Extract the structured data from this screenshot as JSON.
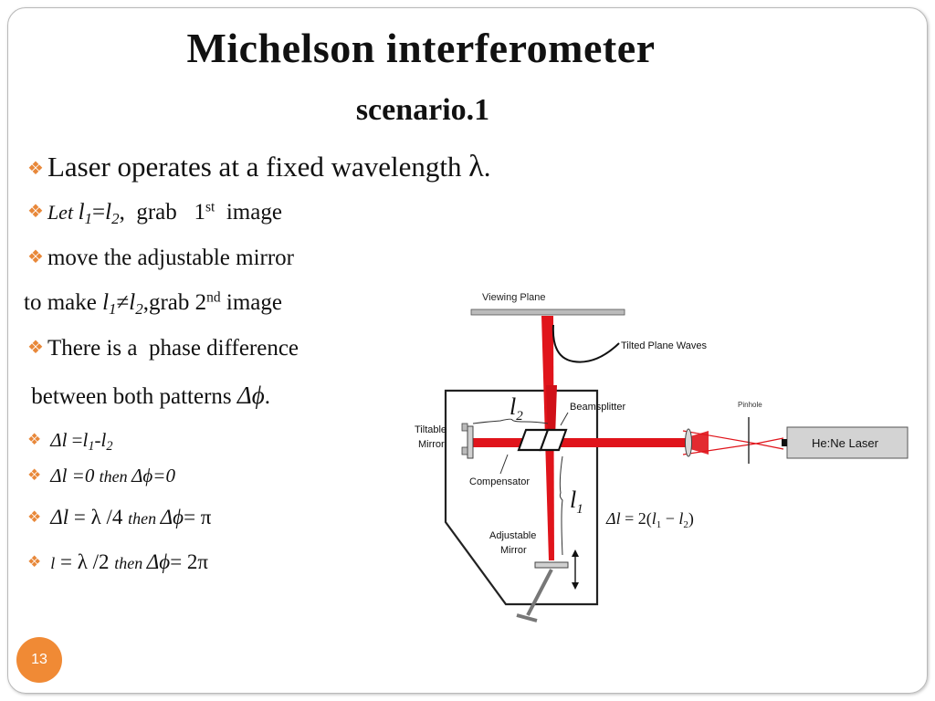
{
  "slide": {
    "title": "Michelson interferometer",
    "subtitle": "scenario.1",
    "number": "13"
  },
  "bullets": {
    "b1_text": "Laser operates at a fixed wavelength ",
    "b1_lambda": "λ",
    "b1_end": ".",
    "b2_let": "Let ",
    "b2_l": "l",
    "b2_s1": "1",
    "b2_eq": "=",
    "b2_s2": "2",
    "b2_grab": ",  grab   1",
    "b2_sup": "st",
    "b2_image": "  image",
    "b3_text": "move the adjustable mirror",
    "b3b_text": "to make ",
    "b3b_s1": "1",
    "b3b_neq": "≠",
    "b3b_s2": "2",
    "b3b_grab": ",grab 2",
    "b3b_sup": "nd",
    "b3b_image": " image",
    "b4_text": "There is a  phase difference",
    "b4b_text": " between both patterns ",
    "b4b_sym": "Δϕ",
    "b4b_end": ".",
    "b5_dl": "Δl",
    "b5_eq": " =",
    "b5_minus": "-",
    "b6_eq": " =0 ",
    "b6_then": "then ",
    "b6_dphi": "Δϕ",
    "b6_zero": "=0",
    "b7_eq": " = ",
    "b7_lambda": "λ",
    "b7_frac": " /4 ",
    "b7_then": "then ",
    "b7_dphi": "Δϕ",
    "b7_result": "= π",
    "b8_l": "l",
    "b8_eq": " = ",
    "b8_lambda": "λ",
    "b8_frac": " /2 ",
    "b8_then": "then ",
    "b8_dphi": "Δϕ",
    "b8_result": "= 2π"
  },
  "diagram": {
    "viewing_plane": "Viewing Plane",
    "tilted_waves": "Tilted Plane Waves",
    "beamsplitter": "Beamsplitter",
    "pinhole": "Pinhole",
    "laser": "He:Ne Laser",
    "tiltable_1": "Tiltable",
    "tiltable_2": "Mirror",
    "compensator": "Compensator",
    "adjustable_1": "Adjustable",
    "adjustable_2": "Mirror",
    "l2_main": "l",
    "l2_sub": "2",
    "l1_main": "l",
    "l1_sub": "1",
    "formula_dl": "Δl",
    "formula_eq": " = 2(",
    "formula_l": "l",
    "formula_s1": "1",
    "formula_minus": " − ",
    "formula_s2": "2",
    "formula_close": ")"
  },
  "colors": {
    "bullet": "#e8883a",
    "beam": "#e0141b",
    "badge": "#f08a35"
  }
}
